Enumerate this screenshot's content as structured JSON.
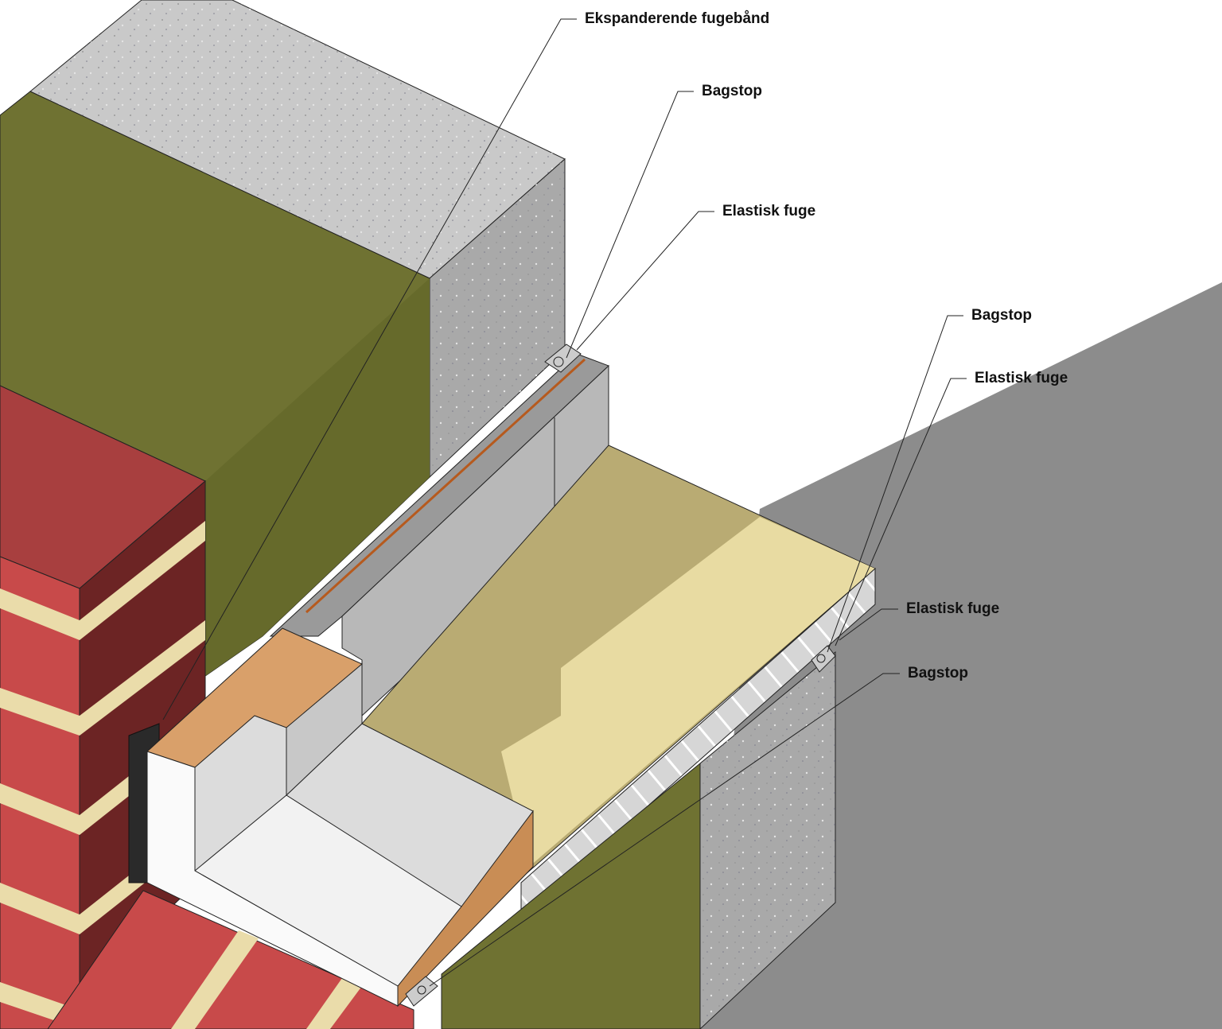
{
  "labels": {
    "expanding_tape": "Ekspanderende fugebånd",
    "backer_rod_1": "Bagstop",
    "elastic_joint_1": "Elastisk fuge",
    "backer_rod_2": "Bagstop",
    "elastic_joint_2": "Elastisk fuge",
    "elastic_joint_3": "Elastisk fuge",
    "backer_rod_3": "Bagstop"
  },
  "colors": {
    "concrete_top": "#c9c9c9",
    "concrete_side": "#a9a9a9",
    "insulation_olive": "#6f7232",
    "brick_red": "#c84a4a",
    "brick_dark": "#6c2424",
    "mortar": "#eadcaa",
    "wood": "#d9a06a",
    "slab_tan": "#b9ab73",
    "slab_light": "#e8dba2",
    "shadow": "#8c8c8c"
  }
}
